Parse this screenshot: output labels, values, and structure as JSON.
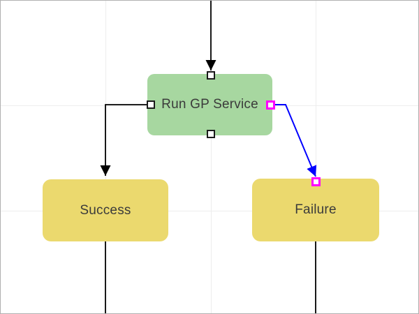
{
  "canvas": {
    "background": "#ffffff",
    "border_color": "#b0b0b0",
    "grid_color": "#ededed"
  },
  "colors": {
    "process_fill": "#a7d7a0",
    "terminal_fill": "#ebd96e",
    "label_color": "#3b3b3b",
    "connector": "#000000",
    "selected_connector": "#0000ff",
    "selected_handle": "#ff00ff",
    "handle_border": "#1a1a1a",
    "handle_fill": "#ffffff"
  },
  "nodes": [
    {
      "id": "run-gp-service",
      "label": "Run GP Service",
      "type": "process"
    },
    {
      "id": "success",
      "label": "Success",
      "type": "terminal"
    },
    {
      "id": "failure",
      "label": "Failure",
      "type": "terminal"
    }
  ],
  "connectors": [
    {
      "id": "incoming-top",
      "from": "offscreen-top",
      "to": "run-gp-service",
      "state": "normal"
    },
    {
      "id": "to-success",
      "from": "run-gp-service",
      "to": "success",
      "state": "normal"
    },
    {
      "id": "to-failure",
      "from": "run-gp-service",
      "to": "failure",
      "state": "selected"
    },
    {
      "id": "success-outgoing",
      "from": "success",
      "to": "offscreen-bottom",
      "state": "normal"
    },
    {
      "id": "failure-outgoing",
      "from": "failure",
      "to": "offscreen-bottom",
      "state": "normal"
    }
  ],
  "handles": {
    "ports": [
      "top",
      "left",
      "bottom"
    ],
    "selected": [
      "run-gp-service-right",
      "failure-top"
    ]
  }
}
